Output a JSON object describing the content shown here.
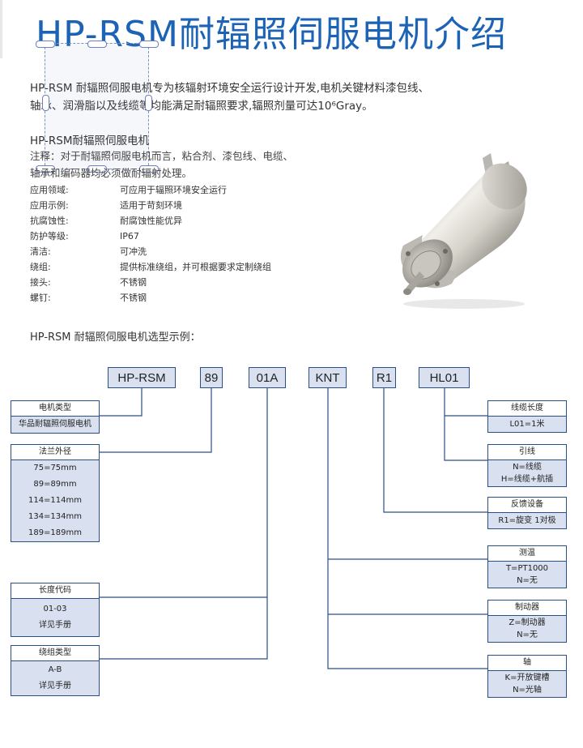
{
  "title": "HP-RSM耐辐照伺服电机介绍",
  "intro": [
    "HP-RSM 耐辐照伺服电机专为核辐射环境安全运行设计开发,电机关键材料漆包线、",
    "轴承、润滑脂以及线缆等均能满足耐辐照要求,辐照剂量可达10⁶Gray。"
  ],
  "subtitle": "HP-RSM耐辐照伺服电机",
  "note": [
    "注释：对于耐辐照伺服电机而言，粘合剂、漆包线、电缆、",
    "轴承和编码器均必须做耐辐射处理。"
  ],
  "specs": [
    {
      "key": "应用领域:",
      "value": "可应用于辐照环境安全运行"
    },
    {
      "key": "应用示例:",
      "value": "适用于苛刻环境"
    },
    {
      "key": "抗腐蚀性:",
      "value": "耐腐蚀性能优异"
    },
    {
      "key": "防护等级:",
      "value": "IP67"
    },
    {
      "key": "清洁:",
      "value": "可冲洗"
    },
    {
      "key": "绕组:",
      "value": "提供标准绕组，并可根据要求定制绕组"
    },
    {
      "key": "接头:",
      "value": "不锈钢"
    },
    {
      "key": "螺钉:",
      "value": "不锈钢"
    }
  ],
  "example_title": "HP-RSM 耐辐照伺服电机选型示例：",
  "codes": [
    "HP-RSM",
    "89",
    "01A",
    "KNT",
    "R1",
    "HL01"
  ],
  "left_boxes": [
    {
      "header": "电机类型",
      "lines": [
        "华品耐辐照伺服电机"
      ]
    },
    {
      "header": "法兰外径",
      "lines": [
        "75=75mm",
        "89=89mm",
        "114=114mm",
        "134=134mm",
        "189=189mm"
      ]
    },
    {
      "header": "长度代码",
      "lines": [
        "01-03",
        "详见手册"
      ]
    },
    {
      "header": "绕组类型",
      "lines": [
        "A-B",
        "详见手册"
      ]
    }
  ],
  "right_boxes": [
    {
      "header": "线缆长度",
      "lines": [
        "L01=1米"
      ]
    },
    {
      "header": "引线",
      "lines": [
        "N=线缆",
        "H=线缆+航插"
      ]
    },
    {
      "header": "反馈设备",
      "lines": [
        "R1=旋变 1对极"
      ]
    },
    {
      "header": "测温",
      "lines": [
        "T=PT1000",
        "N=无"
      ]
    },
    {
      "header": "制动器",
      "lines": [
        "Z=制动器",
        "N=无"
      ]
    },
    {
      "header": "轴",
      "lines": [
        "K=开放键槽",
        "N=光轴"
      ]
    }
  ]
}
